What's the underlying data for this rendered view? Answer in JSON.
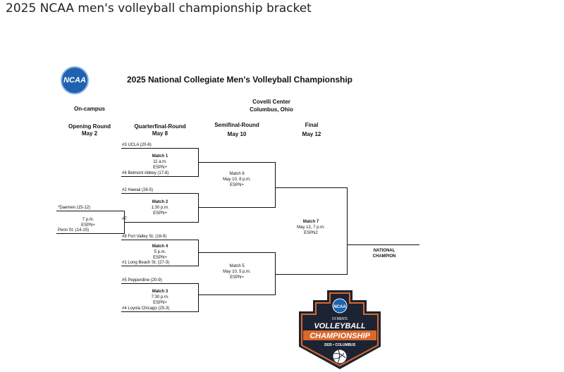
{
  "page_title": "2025 NCAA men's volleyball championship bracket",
  "logo_text": "NCAA",
  "bracket_title": "2025 National Collegiate Men's Volleyball Championship",
  "venue": {
    "name": "Covelli Center",
    "city": "Columbus, Ohio"
  },
  "on_campus_label": "On-campus",
  "rounds": [
    {
      "name": "Opening Round",
      "date": "May 2"
    },
    {
      "name": "Quarterfinal-Round",
      "date": "May 8"
    },
    {
      "name": "Semifinal-Round",
      "date": "May 10"
    },
    {
      "name": "Final",
      "date": "May 12"
    }
  ],
  "opening": {
    "team_top": "*Daemen (15-12)",
    "team_bottom": "Penn St. (14-15)",
    "time": "7 p.m.",
    "network": "ESPN+",
    "seed_slot": "#7"
  },
  "quarterfinals": [
    {
      "team_top": "#3 UCLA (20-6)",
      "team_bottom": "#6 Belmont Abbey (17-8)",
      "match": "Match 1",
      "time": "11 a.m.",
      "network": "ESPN+"
    },
    {
      "team_top": "#2 Hawaii (26-5)",
      "team_bottom": "",
      "match": "Match 2",
      "time": "1:30 p.m.",
      "network": "ESPN+"
    },
    {
      "team_top": "#8 Fort Valley St. (16-9)",
      "team_bottom": "#1 Long Beach St. (27-3)",
      "match": "Match 4",
      "time": "5 p.m.",
      "network": "ESPN+"
    },
    {
      "team_top": "#5 Pepperdine (20-9)",
      "team_bottom": "#4 Loyola Chicago (25-3)",
      "match": "Match 3",
      "time": "7:30 p.m.",
      "network": "ESPN+"
    }
  ],
  "semifinals": [
    {
      "match": "Match 6",
      "time": "May 10, 8 p.m.",
      "network": "ESPN+"
    },
    {
      "match": "Match 5",
      "time": "May 10, 5 p.m.",
      "network": "ESPN+"
    }
  ],
  "final": {
    "match": "Match 7",
    "time": "May 12, 7 p.m.",
    "network": "ESPN2"
  },
  "champion_label_1": "NATIONAL",
  "champion_label_2": "CHAMPION",
  "badge": {
    "ncaa": "NCAA",
    "sub": "DI MEN'S",
    "line1": "VOLLEYBALL",
    "line2": "CHAMPIONSHIP",
    "line3": "2025 • COLUMBUS"
  },
  "colors": {
    "logo_blue": "#1f63b0",
    "badge_dark": "#1c2333",
    "badge_orange": "#d9682a"
  }
}
